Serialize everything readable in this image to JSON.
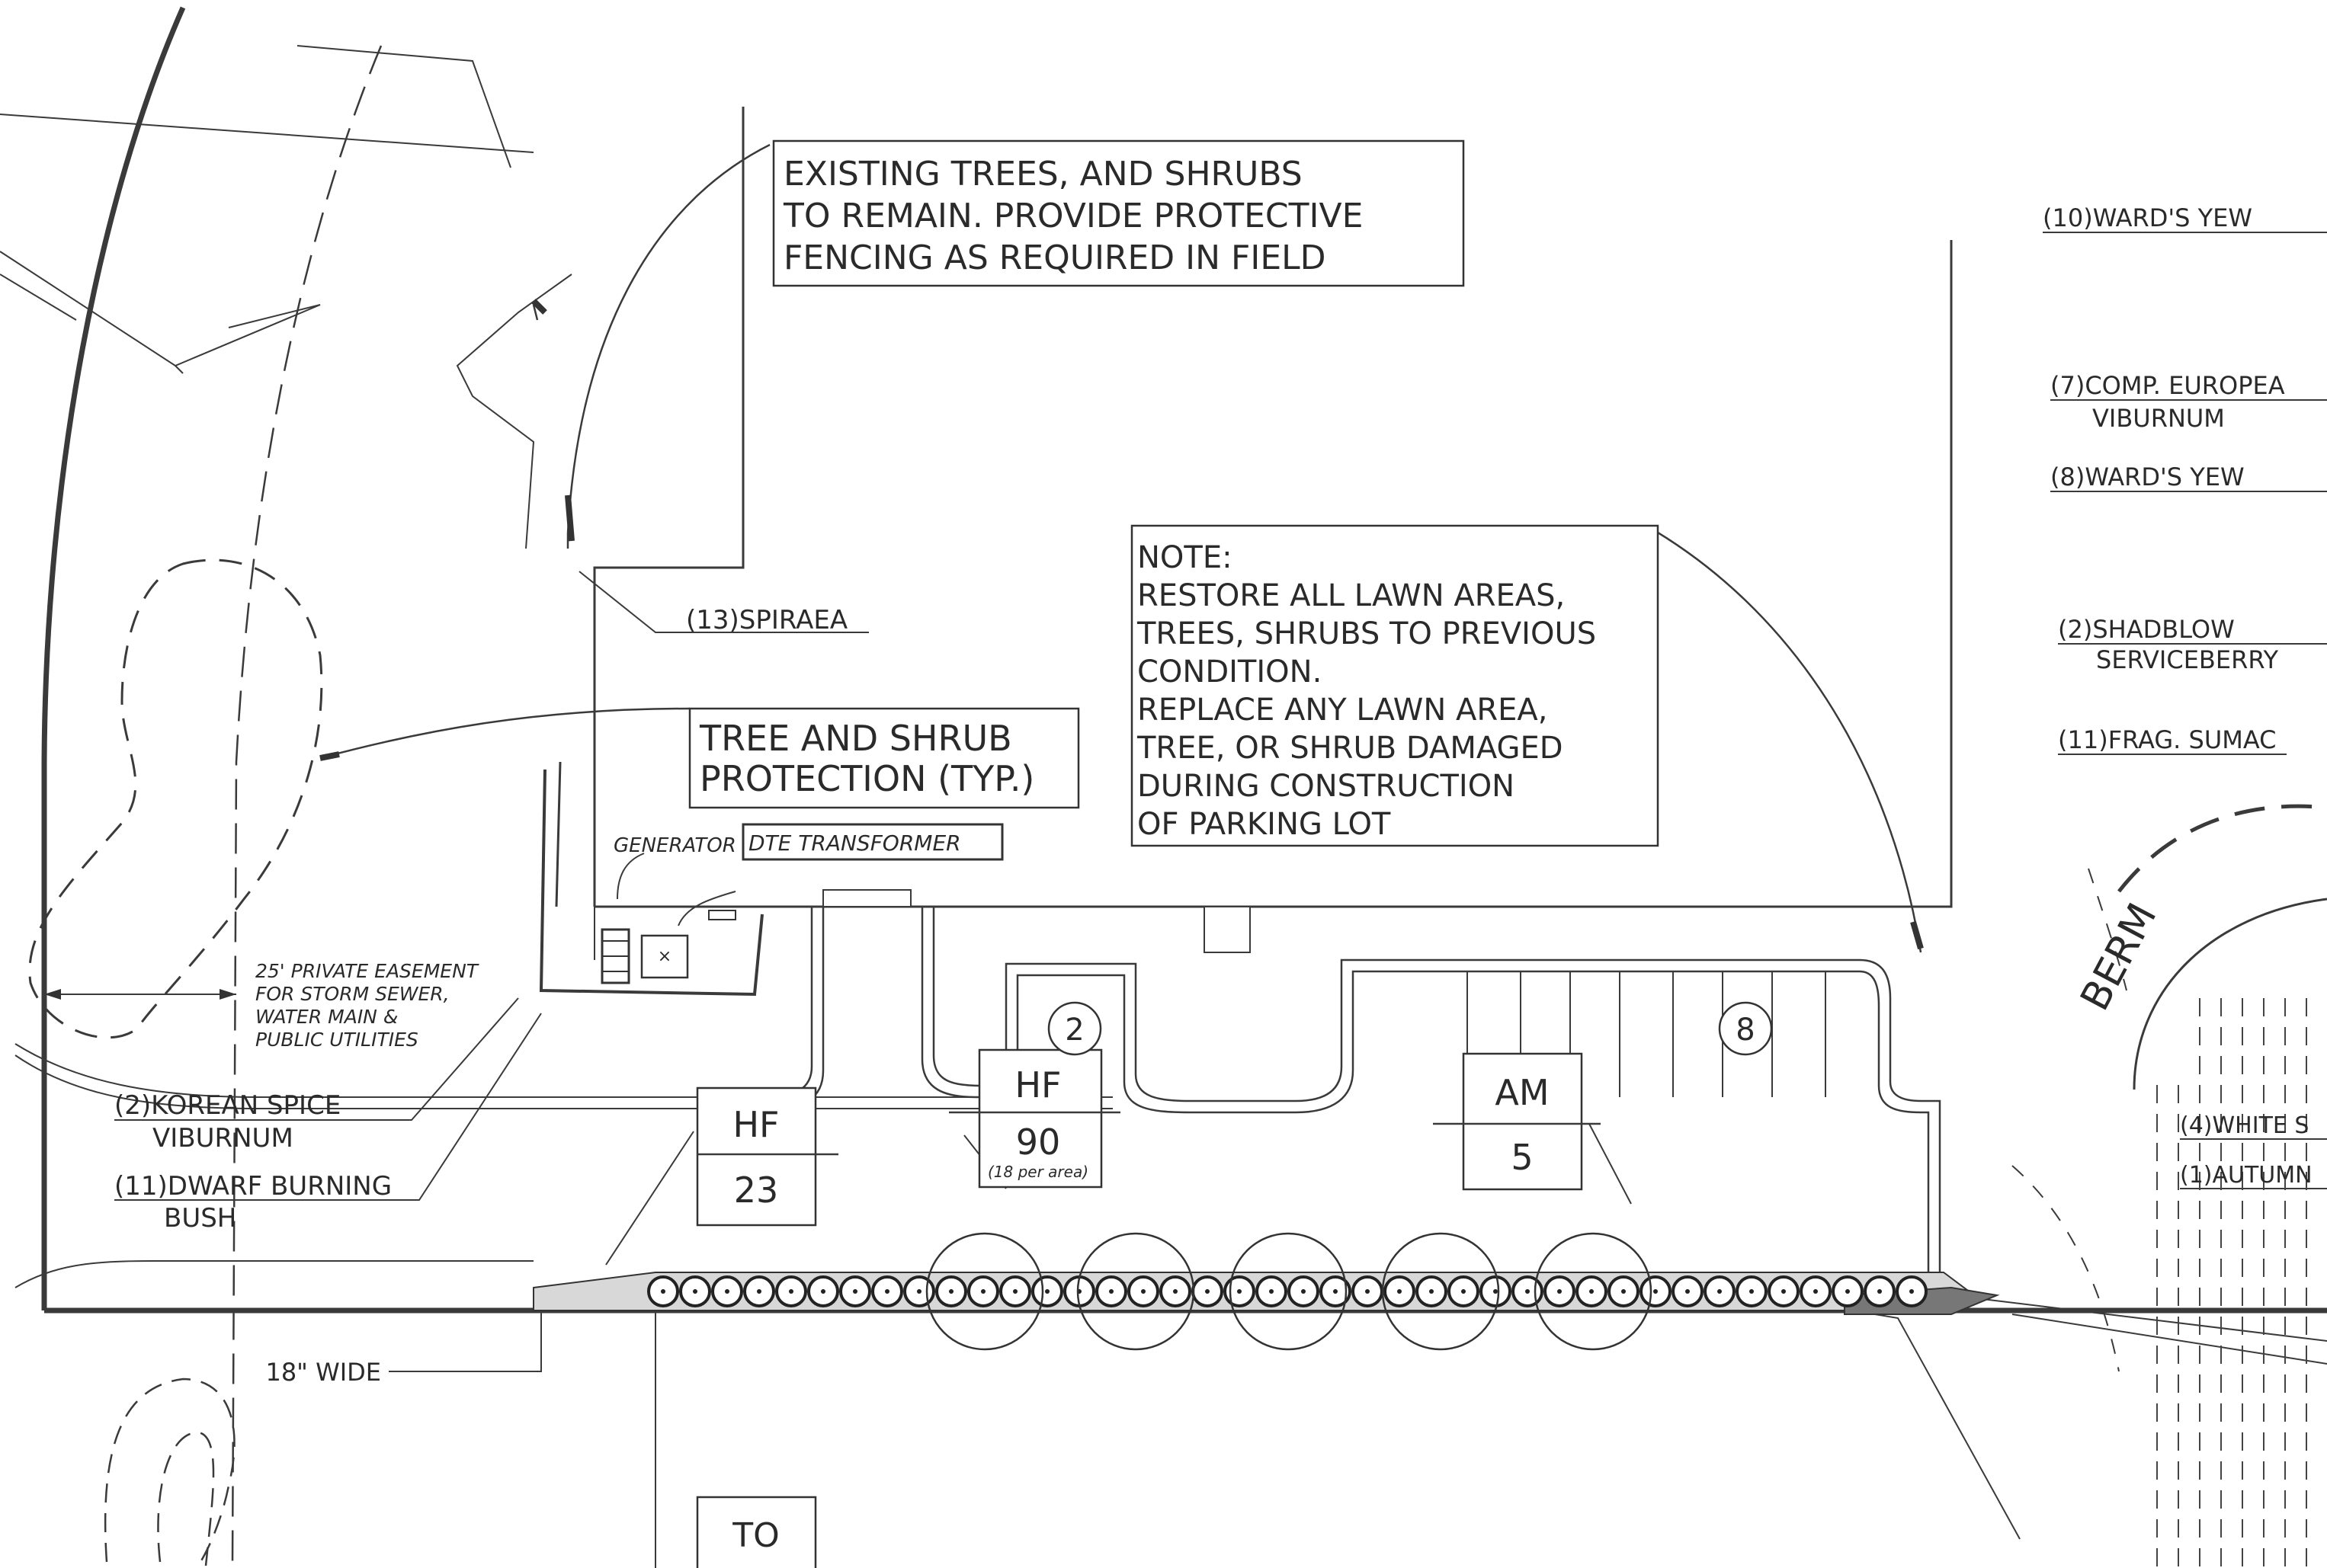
{
  "notes": {
    "existing_trees": [
      "EXISTING TREES, AND SHRUBS",
      "TO REMAIN. PROVIDE PROTECTIVE",
      "FENCING AS REQUIRED IN FIELD"
    ],
    "restore": [
      "NOTE:",
      "RESTORE ALL LAWN AREAS,",
      "TREES, SHRUBS TO PREVIOUS",
      "CONDITION.",
      "REPLACE ANY LAWN AREA,",
      "TREE, OR SHRUB DAMAGED",
      "DURING CONSTRUCTION",
      "OF PARKING LOT"
    ],
    "tree_protection": [
      "TREE AND SHRUB",
      "PROTECTION (TYP.)"
    ],
    "easement": [
      "25' PRIVATE EASEMENT",
      "FOR STORM SEWER,",
      "WATER MAIN &",
      "PUBLIC UTILITIES"
    ]
  },
  "labels": {
    "spiraea": "(13)SPIRAEA",
    "generator": "GENERATOR",
    "transformer": "DTE TRANSFORMER",
    "korean_spice": "(2)KOREAN SPICE",
    "korean_spice_2": "VIBURNUM",
    "dwarf_burning": "(11)DWARF BURNING",
    "dwarf_burning_2": "BUSH",
    "wide": "18\" WIDE",
    "berm": "BERM",
    "to": "TO"
  },
  "right_legend": {
    "wards_yew_10": "(10)WARD'S YEW",
    "comp_european": "(7)COMP. EUROPEA",
    "comp_european_2": "VIBURNUM",
    "wards_yew_8": "(8)WARD'S YEW",
    "shadblow": "(2)SHADBLOW",
    "shadblow_2": "SERVICEBERRY",
    "frag_sumac": "(11)FRAG. SUMAC",
    "white": "(4)WHITE S",
    "autumn": "(1)AUTUMN"
  },
  "tags": {
    "hf1_code": "HF",
    "hf1_qty": "23",
    "hf2_code": "HF",
    "hf2_qty": "90",
    "hf2_note": "(18 per area)",
    "am_code": "AM",
    "am_qty": "5",
    "circle_2": "2",
    "circle_8": "8"
  }
}
